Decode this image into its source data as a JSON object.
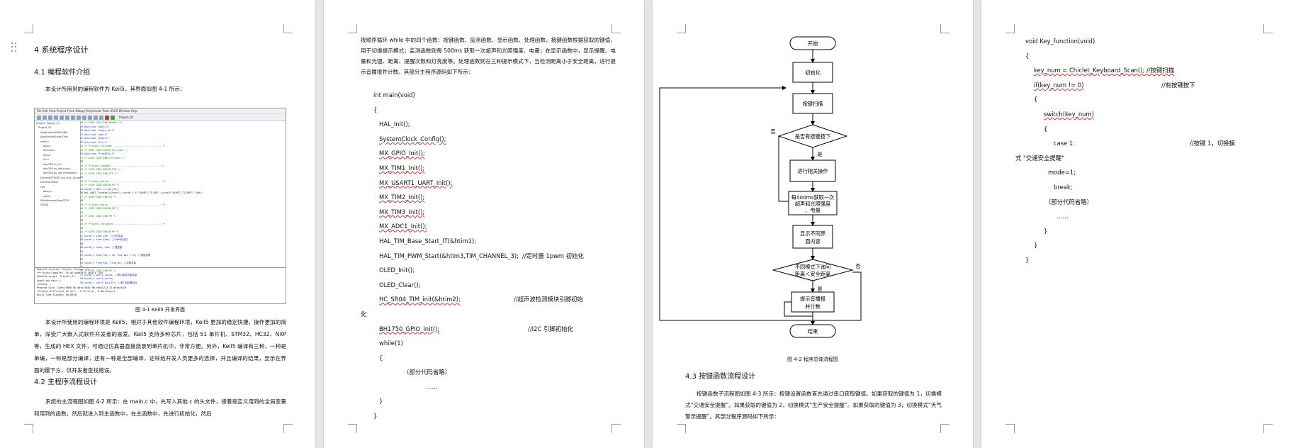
{
  "page1": {
    "heading": "4 系统程序设计",
    "sub1": "4.1 编程软件介绍",
    "para1": "本设计所用到的编程软件为 Keil5，其界面如图 4-1 所示：",
    "ide": {
      "menus": "File  Edit  View  Project  Flash  Debug  Peripherals  Tools  SVCS  Window  Help",
      "target": "Project_01",
      "tree": [
        "Project: Project_01",
        "Project_01",
        "Application/MDK-ARM",
        "Application/User/Core",
        "main.c",
        "gpio.c",
        "freertos.c",
        "dma.c",
        "i2c.c",
        "stm32f1xx_it.c",
        "stm32f1xx_hal_msp.c",
        "stm32f1xx_hal_timebase.c",
        "Drivers/STM32F1xx_HAL_Driver",
        "Drivers/CMSIS",
        "Hal",
        "delay.c",
        "oled.c",
        "Middlewares/FreeRTOS",
        "CMSIS"
      ],
      "code": [
        "/* USER CODE END Header */",
        "#include \"main.h\"",
        "#include \"cmsis_os.h\"",
        "#include \"dma.h\"",
        "#include \"gpio.h\"",
        "#include \"i2c.h\"",
        "/* Private includes ----------------------------------*/",
        "/* USER CODE BEGIN Includes */",
        "#include \"FreeRTOS.h\"",
        "/* USER CODE END Includes */",
        "",
        "/* Private typedef ----------------------------------*/",
        "/* USER CODE BEGIN PTD */",
        "/* USER CODE END PTD */",
        "",
        "/* Private define ------------------------------------*/",
        "/* USER CODE BEGIN PD */",
        "uint8_t Uart_rx_buf[10];",
        "HAL_UART_Transmit(&huart1,(uint8_t *)\"USART1_TX_BUF\",sizeof(\"USART1_TX_BUF\"),100);",
        "/* USER CODE END PD */",
        "",
        "/* Private macro -------------------------------------*/",
        "/* USER CODE BEGIN PM */",
        "",
        "/* USER CODE END PM */",
        "",
        "/* Private variables ---------------------------------*/",
        "",
        "/* USER CODE BEGIN PV */",
        "uint8_t time_cnt;            //计时变量",
        "uint8_t time_10ms;           //10ms标志位",
        "",
        "uint8_t temp, hum;           //温湿度",
        "",
        "uint8_t temp_max = 30, hum_max = 70;  //阈值设置",
        "",
        "uint8_t Flag_Key, Flag_On;   //控制变量",
        "",
        "/* USER CODE END PV */",
        "uint8_t uart1_value;   //串口接收中断变量",
        "uint8_t uart2_value;",
        "uint8_t uart1_buf[32];  //串口接收缓冲区"
      ],
      "build": [
        "Rebuild started: Project: Project_01",
        "*** Using Compiler 'V5.06 update 6 (build 750)'",
        "Rebuild target 'Project_01'",
        "compiling main.c...",
        "linking...",
        "Program Size: Code=19088 RO-data=1004 RW-data=212 ZI-data=8324",
        "\"Project_01\\Project_01.axf\" - 0 Error(s), 0 Warning(s).",
        "Build Time Elapsed:  00:00:07"
      ]
    },
    "fig1_caption": "图 4-1 Keil5 开发界面",
    "para2": "本设计所使用的编程环境是 Keil5，相对于其他软件编程环境，Keil5 更加的稳定快捷，操作更加的简单，深受广大嵌入式软件开发者的喜爱。Keil5 支持多种芯片，包括 51 单片机、STM32、HC32、NXP 等，生成的 HEX 文件，可通过仿真器直接烧录到单片机中，非常方便。另外，Keil5 编译有三种，一种是单编，一种是部分编译，还有一种是全部编译，这样给开发人员更多的选择，并且编译的结果，显示在界面的最下方，供开发者查找错误。",
    "sub2": "4.2 主程序流程设计",
    "para3": "系统的主流程图如图 4-2 所示：在 main.c 中，先写入其他.c 的头文件，接着是定义用到的全局变量和用到的函数，然后就进入到主函数中，在主函数中，先进行初始化，然后"
  },
  "page2": {
    "para1": "按顺序循环 while 中的四个函数：按键函数、监测函数、显示函数、处理函数。按键函数根据获取的键值，用于切换提示模式；监测函数则每 500ms 获取一次超声和光照强度、电量；在显示函数中，显示提醒、电量和光强、距离、提醒次数和灯亮度等。处理函数则在三种提示模式下，当检测距离小于安全距离，进行提示音播报并计数。其部分主程序源码如下所示：",
    "code": [
      {
        "t": "int main(void)",
        "c": ""
      },
      {
        "t": "{",
        "c": ""
      },
      {
        "t": "HAL_Init();",
        "c": ""
      },
      {
        "t": "SystemClock_Config();",
        "c": ""
      },
      {
        "t": "MX_GPIO_Init();",
        "c": ""
      },
      {
        "t": "MX_TIM1_Init();",
        "c": ""
      },
      {
        "t": "MX_USART1_UART_Init();",
        "c": ""
      },
      {
        "t": "MX_TIM2_Init();",
        "c": ""
      },
      {
        "t": "MX_TIM3_Init();",
        "c": ""
      },
      {
        "t": "MX_ADC1_Init();",
        "c": ""
      },
      {
        "t": "HAL_TIM_Base_Start_IT(&htim1);",
        "c": ""
      },
      {
        "t": "HAL_TIM_PWM_Start(&htim3,TIM_CHANNEL_3);",
        "c": "//定时器 1pwm 初始化"
      },
      {
        "t": "OLED_Init();",
        "c": ""
      },
      {
        "t": "OLED_Clear();",
        "c": ""
      },
      {
        "t": "HC_SR04_TIM_init(&htim2);",
        "c": "//超声波检测模块引脚初始"
      },
      {
        "t": "化",
        "c": ""
      },
      {
        "t": "BH1750_GPIO_Init();",
        "c": "//I2C 引脚初始化"
      },
      {
        "t": "while(1)",
        "c": ""
      },
      {
        "t": "{",
        "c": ""
      },
      {
        "t": "（部分代码省略）",
        "c": ""
      },
      {
        "t": "……",
        "c": ""
      },
      {
        "t": "}",
        "c": ""
      },
      {
        "t": "}",
        "c": ""
      }
    ]
  },
  "page3": {
    "flow": {
      "start": "开始",
      "init": "初始化",
      "scan": "按键扫描",
      "decision1": "是否有按键按下",
      "op": "进行相关操作",
      "measure": [
        "每500ms获取一次",
        "超声和光照强度",
        "、电量"
      ],
      "display": [
        "显示不同界",
        "面内容"
      ],
      "decision2": [
        "不同模式下询问",
        "距离＜安全距离"
      ],
      "alarm": [
        "提示音播报",
        "并计数"
      ],
      "end": "结束",
      "yes": "是",
      "no": "否"
    },
    "fig2_caption": "图 4-2  程序总体流程图",
    "sub": "4.3 按键函数流程设计",
    "para1": "按键函数子流程图如图 4-3 所示：按键设置函数首先通过串口获取键值。如果获取的键值为 1，切换模式“交通安全提醒”。如果获取的键值为 2，切换模式“生产安全提醒”。如果获取的键值为 3，切换模式“天气警示提醒”。其部分程序源码如下所示："
  },
  "page4": {
    "code": [
      {
        "t": "void Key_function(void)",
        "c": ""
      },
      {
        "t": "{",
        "c": ""
      },
      {
        "t": "key_num = Chiclet_Keyboard_Scan(); //按键扫描",
        "c": ""
      },
      {
        "t": "if(key_num != 0)",
        "c": "//有按键按下"
      },
      {
        "t": "{",
        "c": ""
      },
      {
        "t": "switch(key_num)",
        "c": ""
      },
      {
        "t": "{",
        "c": ""
      },
      {
        "t": "case 1:",
        "c": "//按键 1，切换模"
      },
      {
        "t": "式 \"交通安全提醒\"",
        "c": ""
      },
      {
        "t": "mode=1;",
        "c": ""
      },
      {
        "t": "break;",
        "c": ""
      },
      {
        "t": "（部分代码省略）",
        "c": ""
      },
      {
        "t": "……",
        "c": ""
      },
      {
        "t": "}",
        "c": ""
      },
      {
        "t": "}",
        "c": ""
      },
      {
        "t": "}",
        "c": ""
      }
    ]
  }
}
